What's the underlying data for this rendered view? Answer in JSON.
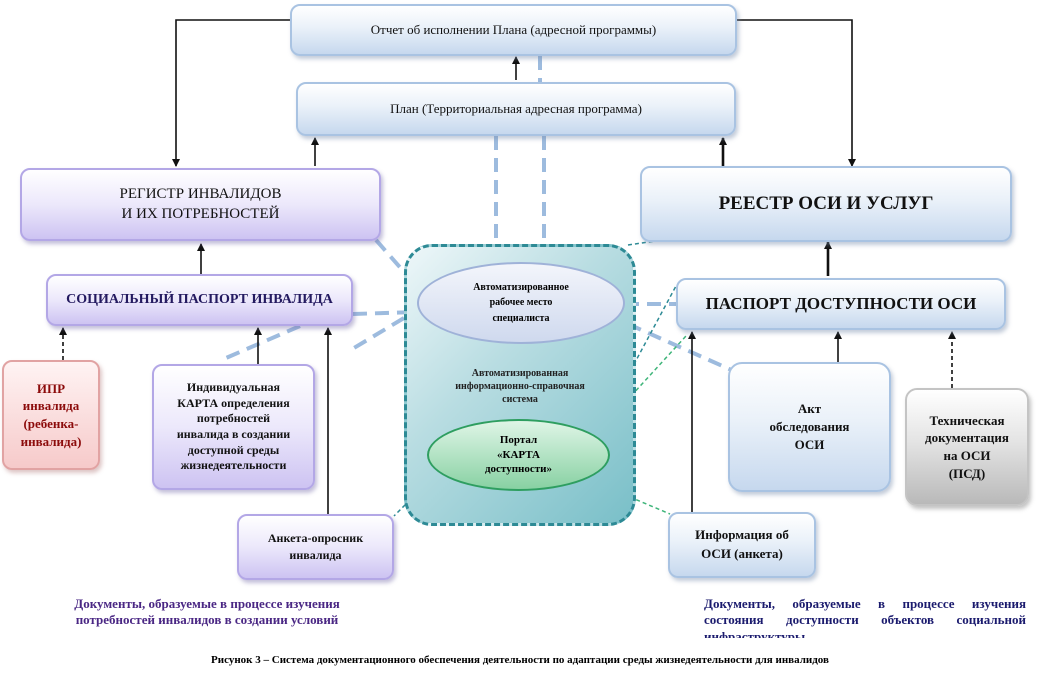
{
  "nodes": {
    "report": "Отчет об исполнении  Плана  (адресной программы)",
    "plan": "План (Территориальная  адресная  программа)",
    "register": "РЕГИСТР ИНВАЛИДОВ\nИ ИХ ПОТРЕБНОСТЕЙ",
    "registry_osi": "РЕЕСТР ОСИ И УСЛУГ",
    "social_passport": "СОЦИАЛЬНЫЙ ПАСПОРТ ИНВАЛИДА",
    "passport_access": "ПАСПОРТ ДОСТУПНОСТИ ОСИ",
    "ipr": "ИПР\nинвалида\n(ребенка-\nинвалида)",
    "individual_card": "Индивидуальная\nКАРТА определения\nпотребностей\nинвалида в создании\nдоступной среды\nжизнедеятельности",
    "questionnaire": "Анкета-опросник\nинвалида",
    "akt": "Акт\nобследования\nОСИ",
    "tech_doc": "Техническая\nдокументация\nна ОСИ\n(ПСД)",
    "info_osi": "Информация об\nОСИ (анкета)",
    "arm": "Автоматизированное\nрабочее место\nспециалиста",
    "ais": "Автоматизированная\nинформационно-справочная\nсистема",
    "portal": "Портал\n«КАРТА\nдоступности»"
  },
  "captions": {
    "left": "Документы, образуемые в процессе изучения потребностей инвалидов в создании условий",
    "right": "Документы, образуемые в процессе изучения состояния доступности объектов социальной инфраструктуры"
  },
  "figure_caption": "Рисунок 3 – Система документационного обеспечения деятельности по адаптации среды жизнедеятельности для инвалидов",
  "colors": {
    "arrow": "#111111",
    "dashed_link": "#9dbbde",
    "teal_dash": "#2d8a95",
    "green_dash": "#3fb57a",
    "ipr_text": "#8c0b0b"
  }
}
